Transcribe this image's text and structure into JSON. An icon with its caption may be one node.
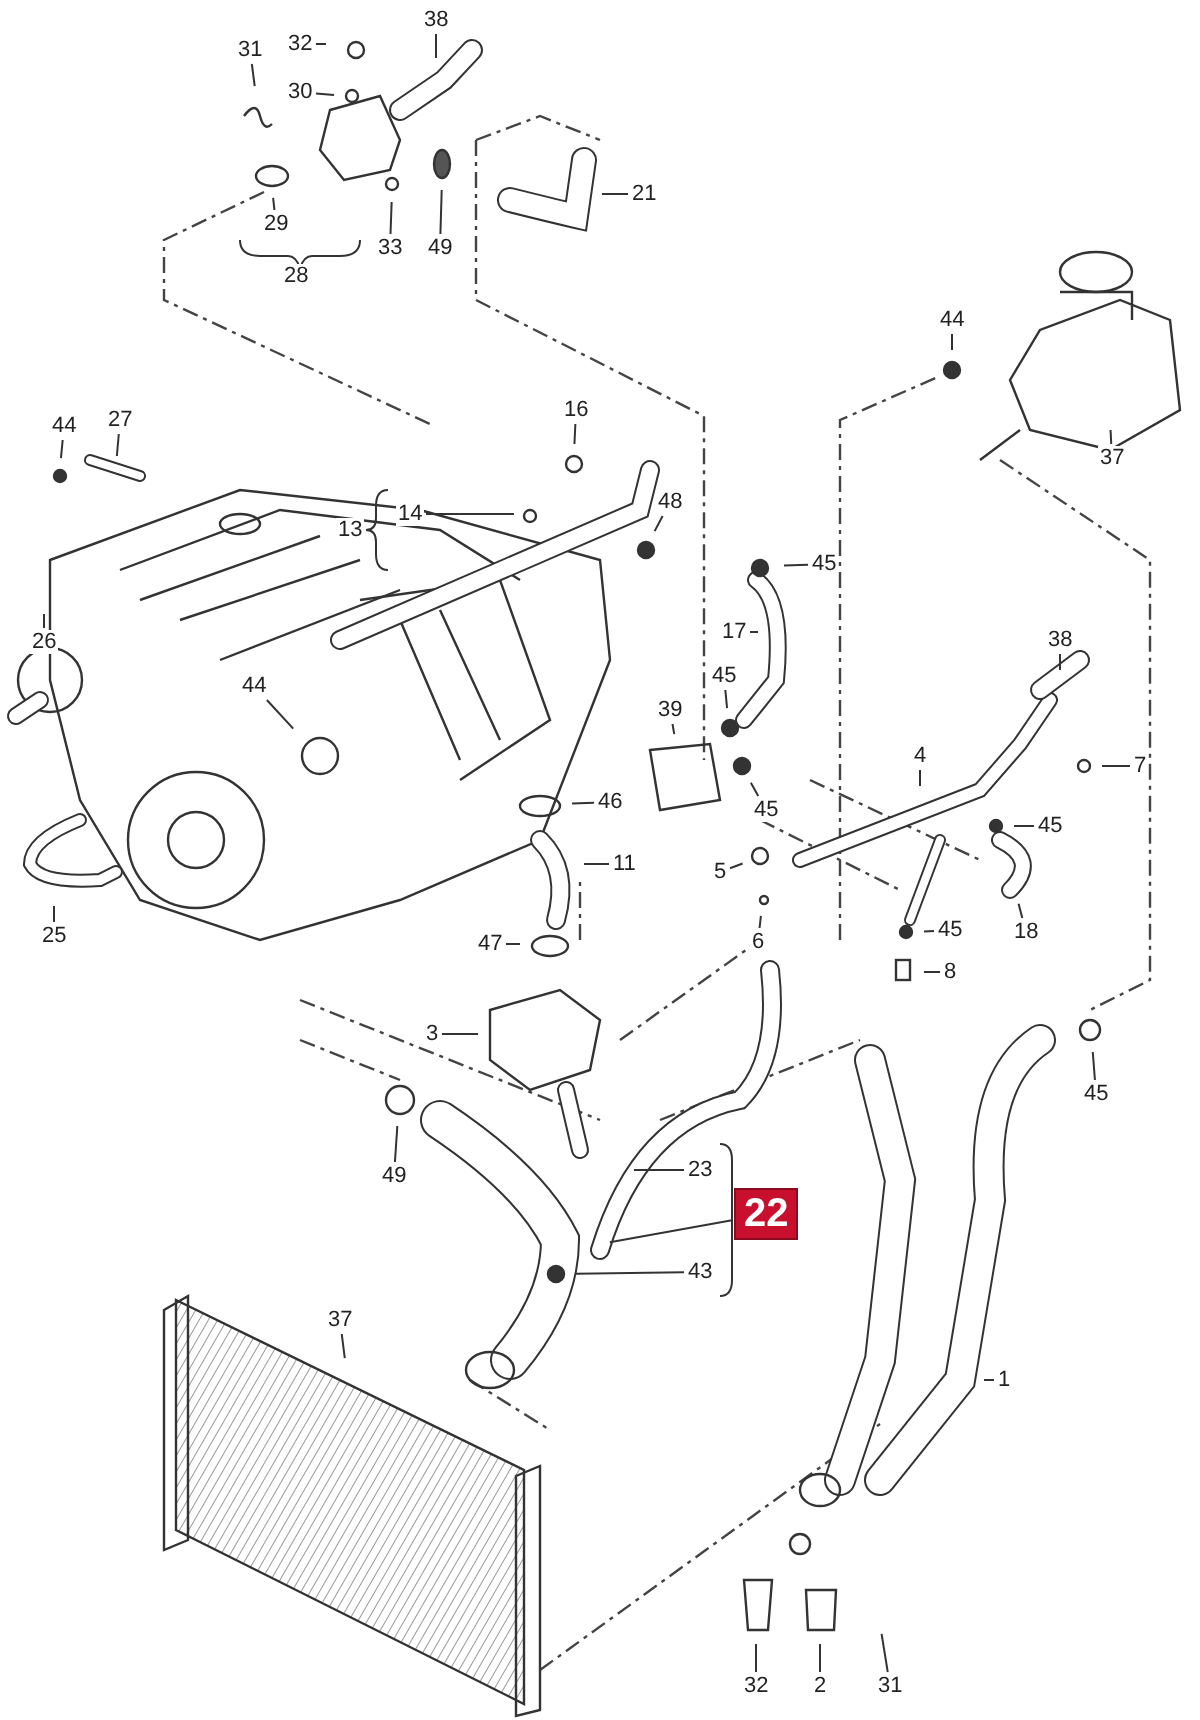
{
  "diagram": {
    "nodes": [
      {
        "text": [
          "31"
        ]
      },
      {
        "text": [
          "32"
        ]
      },
      {
        "text": [
          "30"
        ]
      },
      {
        "text": [
          "38"
        ]
      },
      {
        "text": [
          "29"
        ]
      },
      {
        "text": [
          "28"
        ]
      },
      {
        "text": [
          "33"
        ]
      },
      {
        "text": [
          "49"
        ]
      },
      {
        "text": [
          "21"
        ]
      },
      {
        "text": [
          "44"
        ]
      },
      {
        "text": [
          "37"
        ]
      },
      {
        "text": [
          "44"
        ]
      },
      {
        "text": [
          "27"
        ]
      },
      {
        "text": [
          "16"
        ]
      },
      {
        "text": [
          "14"
        ]
      },
      {
        "text": [
          "13"
        ]
      },
      {
        "text": [
          "48"
        ]
      },
      {
        "text": [
          "45"
        ]
      },
      {
        "text": [
          "26"
        ]
      },
      {
        "text": [
          "17"
        ]
      },
      {
        "text": [
          "44"
        ]
      },
      {
        "text": [
          "39"
        ]
      },
      {
        "text": [
          "45"
        ]
      },
      {
        "text": [
          "38"
        ]
      },
      {
        "text": [
          "46"
        ]
      },
      {
        "text": [
          "45"
        ]
      },
      {
        "text": [
          "4"
        ]
      },
      {
        "text": [
          "7"
        ]
      },
      {
        "text": [
          "45"
        ]
      },
      {
        "text": [
          "11"
        ]
      },
      {
        "text": [
          "5"
        ]
      },
      {
        "text": [
          "25"
        ]
      },
      {
        "text": [
          "6"
        ]
      },
      {
        "text": [
          "45"
        ]
      },
      {
        "text": [
          "18"
        ]
      },
      {
        "text": [
          "47"
        ]
      },
      {
        "text": [
          "8"
        ]
      },
      {
        "text": [
          "3"
        ]
      },
      {
        "text": [
          "45"
        ]
      },
      {
        "text": [
          "49"
        ]
      },
      {
        "text": [
          "23"
        ]
      },
      {
        "text": [
          "22"
        ]
      },
      {
        "text": [
          "43"
        ]
      },
      {
        "text": [
          "37"
        ]
      },
      {
        "text": [
          "1"
        ]
      },
      {
        "text": [
          "32"
        ]
      },
      {
        "text": [
          "2"
        ]
      },
      {
        "text": [
          "31"
        ]
      }
    ],
    "edges": [
      {
        "from": 0,
        "to": null,
        "arrow": "none"
      },
      {
        "from": 1,
        "to": null,
        "arrow": "none"
      },
      {
        "from": 2,
        "to": null,
        "arrow": "none"
      },
      {
        "from": 3,
        "to": null,
        "arrow": "none"
      },
      {
        "from": 4,
        "to": null,
        "arrow": "none"
      },
      {
        "from": 6,
        "to": null,
        "arrow": "none"
      },
      {
        "from": 7,
        "to": null,
        "arrow": "none"
      },
      {
        "from": 8,
        "to": null,
        "arrow": "none"
      },
      {
        "from": 9,
        "to": null,
        "arrow": "none"
      },
      {
        "from": 10,
        "to": null,
        "arrow": "none"
      },
      {
        "from": 11,
        "to": null,
        "arrow": "none"
      },
      {
        "from": 12,
        "to": null,
        "arrow": "none"
      },
      {
        "from": 13,
        "to": null,
        "arrow": "none"
      },
      {
        "from": 14,
        "to": null,
        "arrow": "none"
      },
      {
        "from": 16,
        "to": null,
        "arrow": "none"
      },
      {
        "from": 17,
        "to": null,
        "arrow": "none"
      },
      {
        "from": 18,
        "to": null,
        "arrow": "none"
      },
      {
        "from": 19,
        "to": null,
        "arrow": "none"
      },
      {
        "from": 20,
        "to": null,
        "arrow": "none"
      },
      {
        "from": 21,
        "to": null,
        "arrow": "none"
      },
      {
        "from": 22,
        "to": null,
        "arrow": "none"
      },
      {
        "from": 23,
        "to": null,
        "arrow": "none"
      },
      {
        "from": 24,
        "to": null,
        "arrow": "none"
      },
      {
        "from": 25,
        "to": null,
        "arrow": "none"
      },
      {
        "from": 26,
        "to": null,
        "arrow": "none"
      },
      {
        "from": 27,
        "to": null,
        "arrow": "none"
      },
      {
        "from": 28,
        "to": null,
        "arrow": "none"
      },
      {
        "from": 29,
        "to": null,
        "arrow": "none"
      },
      {
        "from": 30,
        "to": null,
        "arrow": "none"
      },
      {
        "from": 31,
        "to": null,
        "arrow": "none"
      },
      {
        "from": 32,
        "to": null,
        "arrow": "none"
      },
      {
        "from": 33,
        "to": null,
        "arrow": "none"
      },
      {
        "from": 34,
        "to": null,
        "arrow": "none"
      },
      {
        "from": 35,
        "to": null,
        "arrow": "none"
      },
      {
        "from": 36,
        "to": null,
        "arrow": "none"
      },
      {
        "from": 37,
        "to": null,
        "arrow": "none"
      },
      {
        "from": 38,
        "to": null,
        "arrow": "none"
      },
      {
        "from": 39,
        "to": null,
        "arrow": "none"
      },
      {
        "from": 40,
        "to": null,
        "arrow": "none"
      },
      {
        "from": 41,
        "to": null,
        "arrow": "none"
      },
      {
        "from": 42,
        "to": null,
        "arrow": "none"
      },
      {
        "from": 43,
        "to": null,
        "arrow": "none"
      },
      {
        "from": 44,
        "to": null,
        "arrow": "none"
      },
      {
        "from": 45,
        "to": null,
        "arrow": "none"
      },
      {
        "from": 46,
        "to": null,
        "arrow": "none"
      },
      {
        "from": 47,
        "to": null,
        "arrow": "none"
      }
    ]
  }
}
